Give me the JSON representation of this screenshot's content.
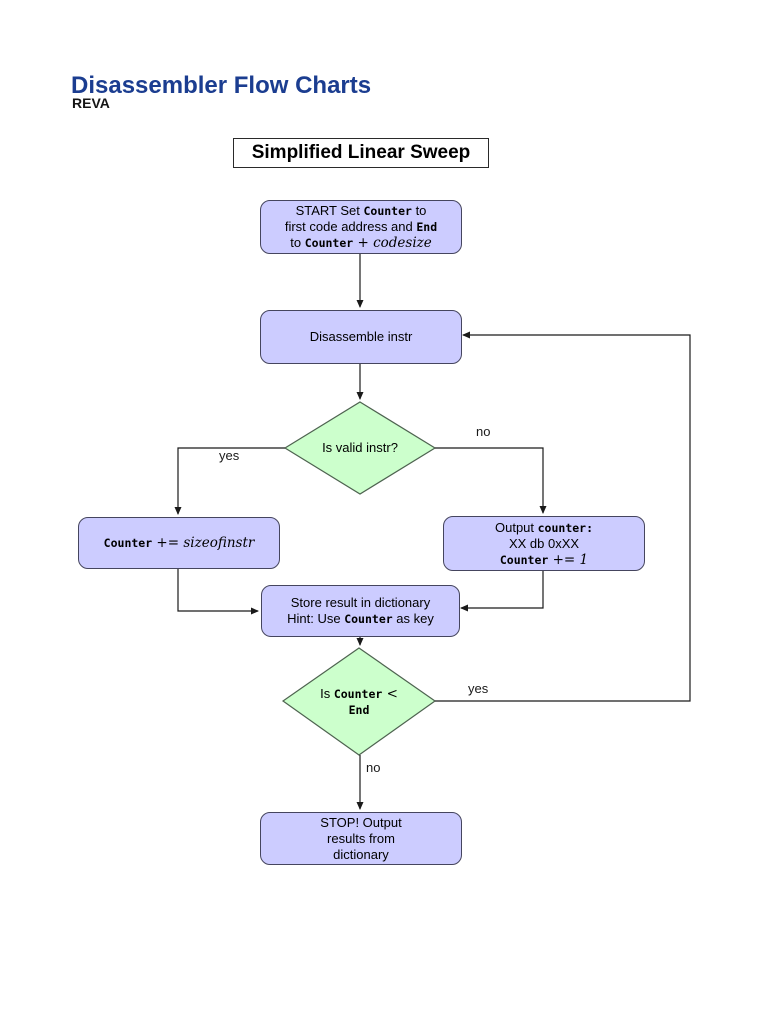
{
  "page": {
    "title": "Disassembler Flow Charts",
    "subtitle": "REVA"
  },
  "flowchart": {
    "section_title": "Simplified Linear Sweep",
    "colors": {
      "title_navy": "#1b3d90",
      "box_fill": "#ccccff",
      "box_border": "#45455e",
      "diamond_fill": "#ccffcc",
      "diamond_border": "#4e6350",
      "edge_stroke": "#1a1a1a"
    },
    "nodes": {
      "start": {
        "shape": "rounded-rect",
        "lines": [
          [
            {
              "t": "START Set ",
              "s": "plain"
            },
            {
              "t": "Counter",
              "s": "mono"
            },
            {
              "t": " to",
              "s": "plain"
            }
          ],
          [
            {
              "t": "first code address and ",
              "s": "plain"
            },
            {
              "t": "End",
              "s": "mono"
            }
          ],
          [
            {
              "t": "to ",
              "s": "plain"
            },
            {
              "t": "Counter",
              "s": "mono"
            },
            {
              "t": " + codesize",
              "s": "math"
            }
          ]
        ]
      },
      "disassemble": {
        "shape": "rounded-rect",
        "lines": [
          [
            {
              "t": "Disassemble instr",
              "s": "plain"
            }
          ]
        ]
      },
      "is_valid_instr": {
        "shape": "diamond",
        "lines": [
          [
            {
              "t": "Is valid instr?",
              "s": "plain"
            }
          ]
        ]
      },
      "counter_increment": {
        "shape": "rounded-rect",
        "lines": [
          [
            {
              "t": "Counter",
              "s": "mono"
            },
            {
              "t": " += sizeofinstr",
              "s": "math"
            }
          ]
        ]
      },
      "output_counter": {
        "shape": "rounded-rect",
        "lines": [
          [
            {
              "t": "Output ",
              "s": "plain"
            },
            {
              "t": "counter:",
              "s": "mono"
            }
          ],
          [
            {
              "t": "XX db 0xXX",
              "s": "plain"
            }
          ],
          [
            {
              "t": "Counter",
              "s": "mono"
            },
            {
              "t": " += 1",
              "s": "math"
            }
          ]
        ]
      },
      "store_result": {
        "shape": "rounded-rect",
        "lines": [
          [
            {
              "t": "Store result in dictionary",
              "s": "plain"
            }
          ],
          [
            {
              "t": "Hint: Use ",
              "s": "plain"
            },
            {
              "t": "Counter",
              "s": "mono"
            },
            {
              "t": " as key",
              "s": "plain"
            }
          ]
        ]
      },
      "is_counter_less_end": {
        "shape": "diamond",
        "lines": [
          [
            {
              "t": "Is ",
              "s": "plain"
            },
            {
              "t": "Counter",
              "s": "mono"
            },
            {
              "t": " <",
              "s": "math"
            }
          ],
          [
            {
              "t": "End",
              "s": "mono"
            }
          ]
        ]
      },
      "stop": {
        "shape": "rounded-rect",
        "lines": [
          [
            {
              "t": "STOP! Output",
              "s": "plain"
            }
          ],
          [
            {
              "t": "results from",
              "s": "plain"
            }
          ],
          [
            {
              "t": "dictionary",
              "s": "plain"
            }
          ]
        ]
      }
    },
    "edges": [
      {
        "from": "start",
        "to": "disassemble",
        "label": ""
      },
      {
        "from": "disassemble",
        "to": "is_valid_instr",
        "label": ""
      },
      {
        "from": "is_valid_instr",
        "to": "counter_increment",
        "label": "yes"
      },
      {
        "from": "is_valid_instr",
        "to": "output_counter",
        "label": "no"
      },
      {
        "from": "counter_increment",
        "to": "store_result",
        "label": ""
      },
      {
        "from": "output_counter",
        "to": "store_result",
        "label": ""
      },
      {
        "from": "store_result",
        "to": "is_counter_less_end",
        "label": ""
      },
      {
        "from": "is_counter_less_end",
        "to": "disassemble",
        "label": "yes"
      },
      {
        "from": "is_counter_less_end",
        "to": "stop",
        "label": "no"
      }
    ],
    "labels": {
      "valid_yes": "yes",
      "valid_no": "no",
      "loop_yes": "yes",
      "loop_no": "no"
    }
  }
}
